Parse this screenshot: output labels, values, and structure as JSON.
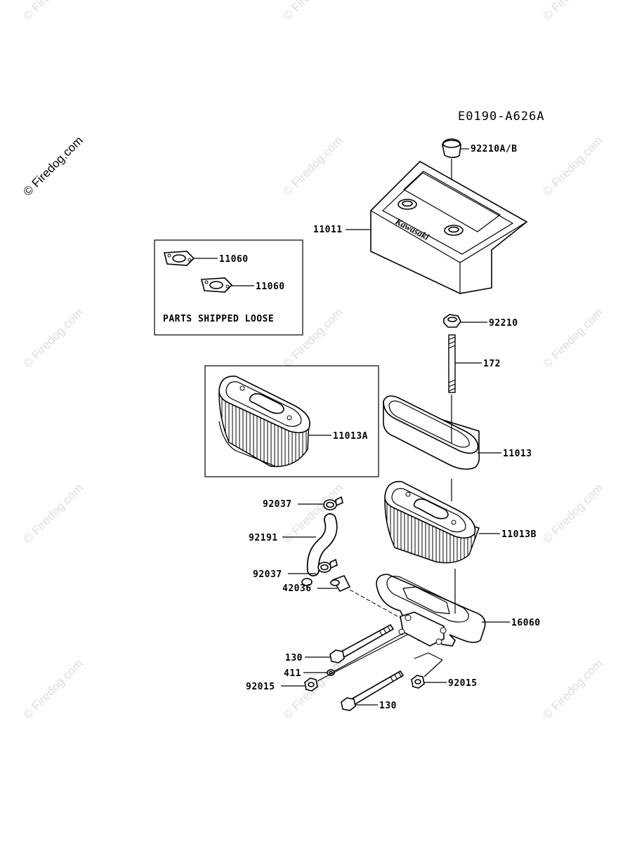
{
  "diagram_code": "E0190-A626A",
  "watermark": "© Firedog.com",
  "loose_box_caption": "PARTS SHIPPED LOOSE",
  "cover_logo_text": "Kawasaki",
  "labels": {
    "p92210ab": "92210A/B",
    "p11011": "11011",
    "p11060a": "11060",
    "p11060b": "11060",
    "p92210": "92210",
    "p172": "172",
    "p11013a": "11013A",
    "p11013": "11013",
    "p92037a": "92037",
    "p92191": "92191",
    "p11013b": "11013B",
    "p92037b": "92037",
    "p42036": "42036",
    "p16060": "16060",
    "p130a": "130",
    "p411": "411",
    "p92015a": "92015",
    "p92015b": "92015",
    "p130b": "130"
  }
}
